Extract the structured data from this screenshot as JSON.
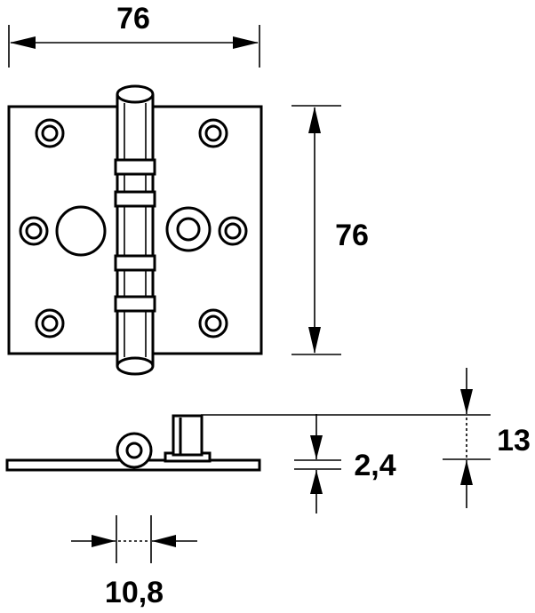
{
  "dimensions": {
    "width_top": "76",
    "height_right": "76",
    "pin_height": "13",
    "plate_thickness": "2,4",
    "knuckle_diameter": "10,8"
  }
}
